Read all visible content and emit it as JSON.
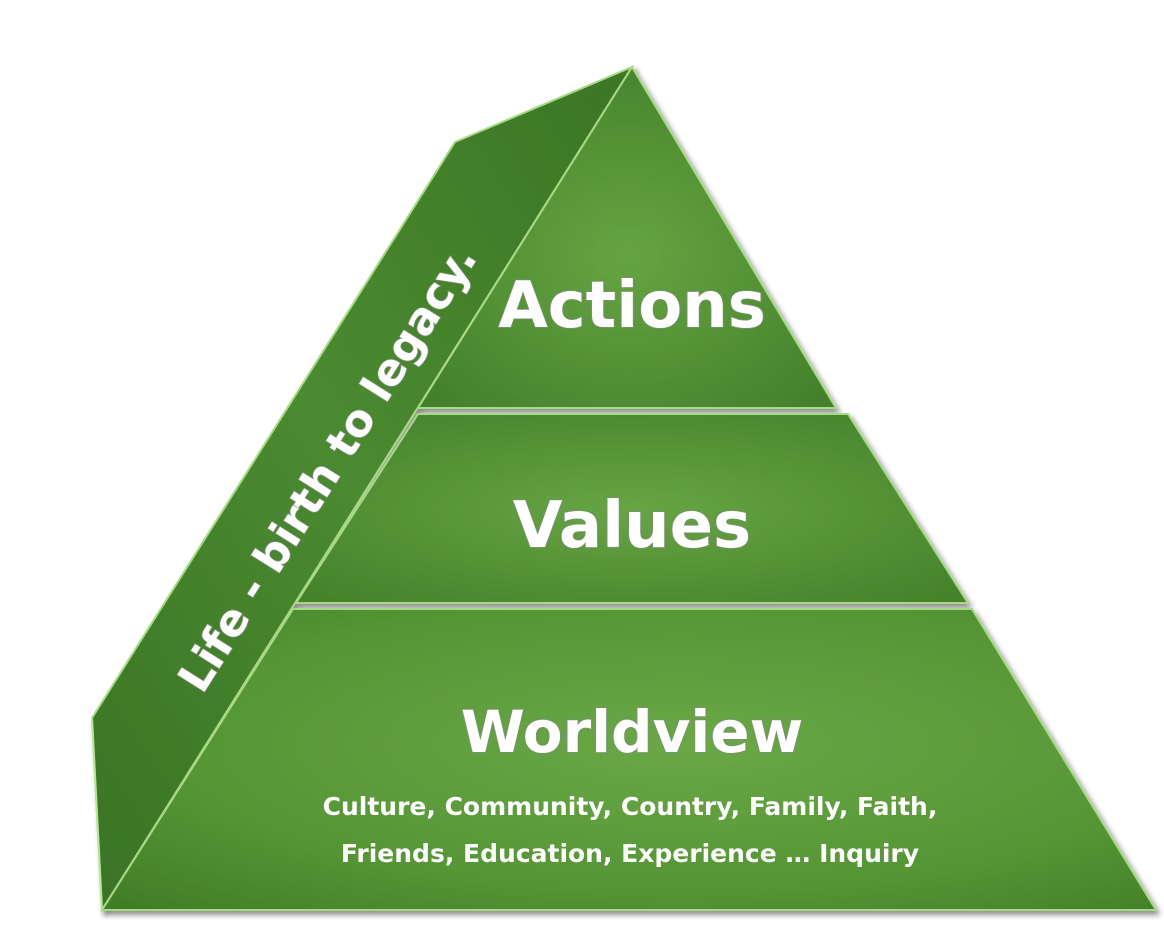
{
  "diagram": {
    "side_face": {
      "label": "Life  -  birth to legacy."
    },
    "tiers": [
      {
        "id": "actions",
        "label": "Actions"
      },
      {
        "id": "values",
        "label": "Values"
      },
      {
        "id": "worldview",
        "label": "Worldview",
        "detail_lines": [
          "Culture, Community, Country, Family, Faith,",
          "Friends, Education, Experience … Inquiry"
        ]
      }
    ],
    "colors": {
      "face_light": "#6aa445",
      "face_dark": "#3e7a26",
      "side_dark": "#346b20",
      "edge": "#9fd27a",
      "shadow": "#9a9a9a"
    }
  }
}
